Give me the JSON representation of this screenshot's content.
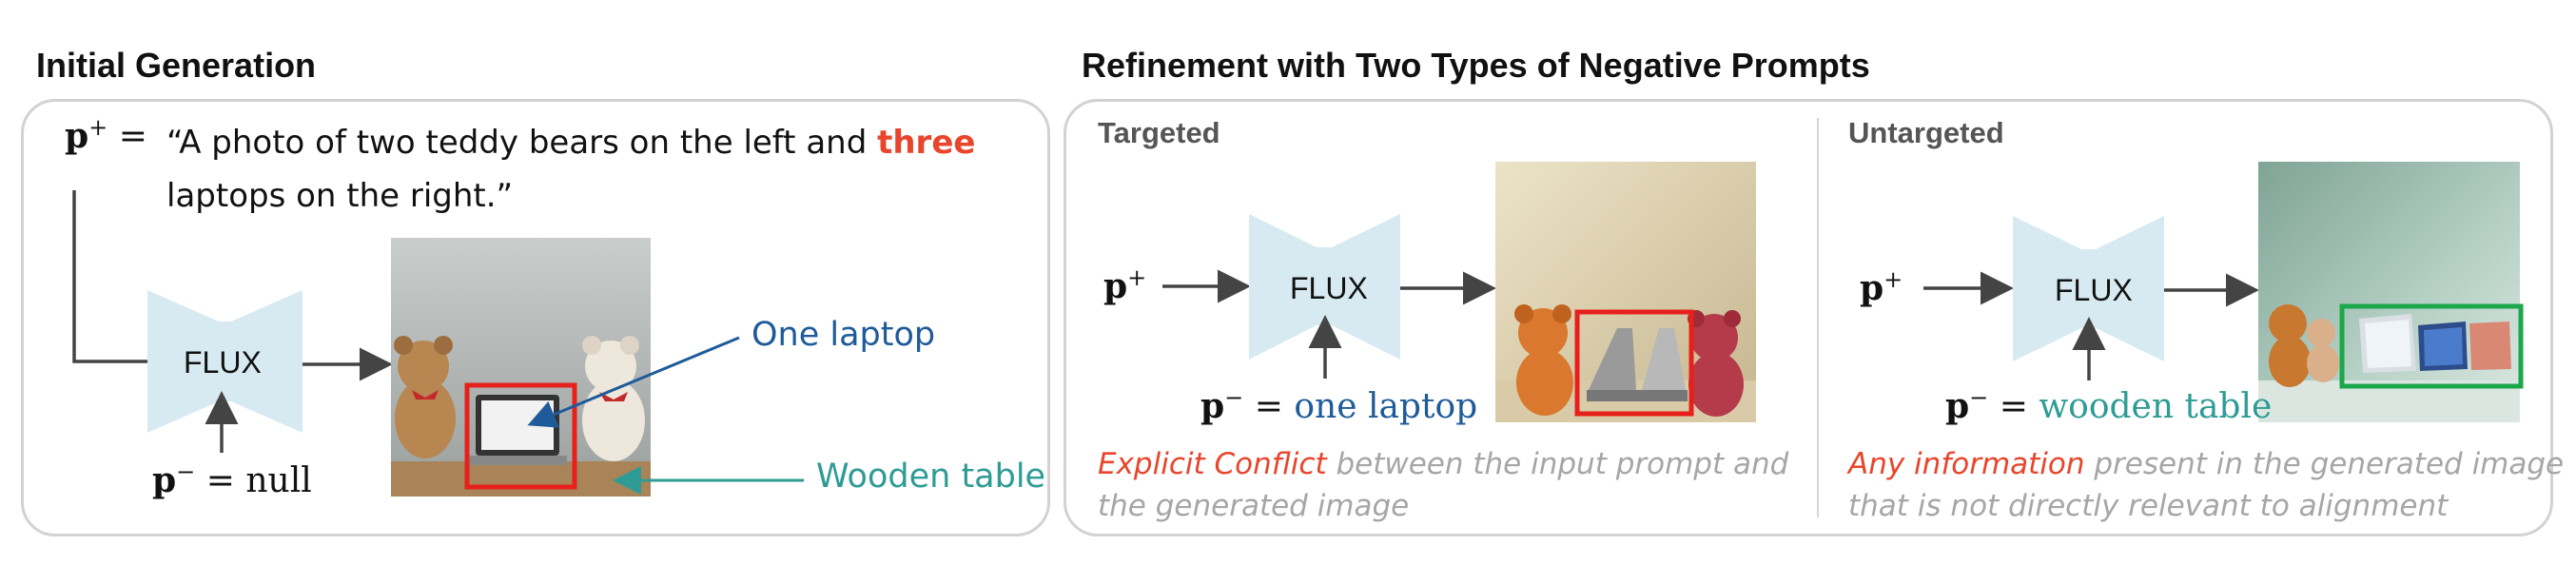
{
  "left": {
    "section_title": "Initial Generation",
    "p_plus_label": "p",
    "p_plus_sup": "+",
    "equals": "=",
    "prompt_line1_before": "“A photo of two teddy bears on the left and",
    "prompt_highlight": "three",
    "prompt_line2": "laptops on the right.”",
    "model_label": "FLUX",
    "p_minus_label": "p",
    "p_minus_sup": "−",
    "p_minus_value": "null",
    "callout_laptop": "One laptop",
    "callout_table": "Wooden table"
  },
  "right": {
    "section_title": "Refinement with Two Types of Negative Prompts",
    "targeted": {
      "label": "Targeted",
      "model_label": "FLUX",
      "p_plus_label": "p",
      "p_plus_sup": "+",
      "p_minus_label": "p",
      "p_minus_sup": "−",
      "p_minus_value": "one laptop",
      "caption_highlight": "Explicit Conflict",
      "caption_rest_line1": "between the input prompt and",
      "caption_line2": "the generated image"
    },
    "untargeted": {
      "label": "Untargeted",
      "model_label": "FLUX",
      "p_plus_label": "p",
      "p_plus_sup": "+",
      "p_minus_label": "p",
      "p_minus_sup": "−",
      "p_minus_value": "wooden table",
      "caption_highlight": "Any information",
      "caption_rest_line1": "present in the generated image",
      "caption_line2": "that is not directly relevant to alignment"
    }
  },
  "colors": {
    "accent_red": "#e8452c",
    "callout_blue": "#1f5b9a",
    "callout_teal": "#2e9c94",
    "box_red": "#e8201c",
    "box_green": "#1aa84a",
    "flux_fill": "#d7eaf2"
  },
  "icons": {
    "flux_shape": "hourglass-network-icon",
    "arrow": "arrow-right-icon"
  }
}
